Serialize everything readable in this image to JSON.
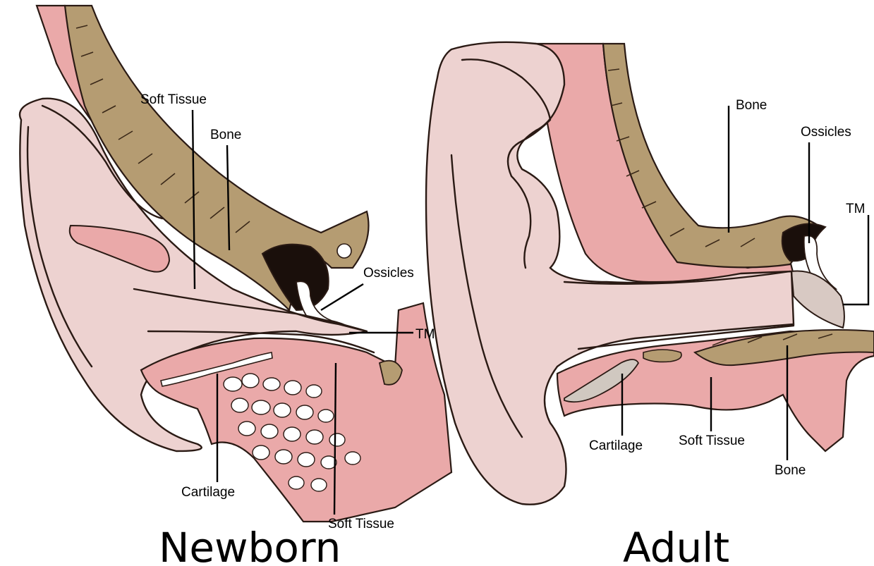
{
  "colors": {
    "skin": "#edd2d0",
    "soft_tissue": "#eaa9a9",
    "bone": "#b59c72",
    "outline": "#2a1a14",
    "background": "#ffffff"
  },
  "newborn": {
    "title": "Newborn",
    "labels": {
      "soft_tissue_top": "Soft Tissue",
      "bone": "Bone",
      "ossicles": "Ossicles",
      "tm": "TM",
      "cartilage": "Cartilage",
      "soft_tissue_bottom": "Soft Tissue"
    }
  },
  "adult": {
    "title": "Adult",
    "labels": {
      "bone_top": "Bone",
      "ossicles": "Ossicles",
      "tm": "TM",
      "cartilage": "Cartilage",
      "soft_tissue": "Soft Tissue",
      "bone_bottom": "Bone"
    }
  }
}
